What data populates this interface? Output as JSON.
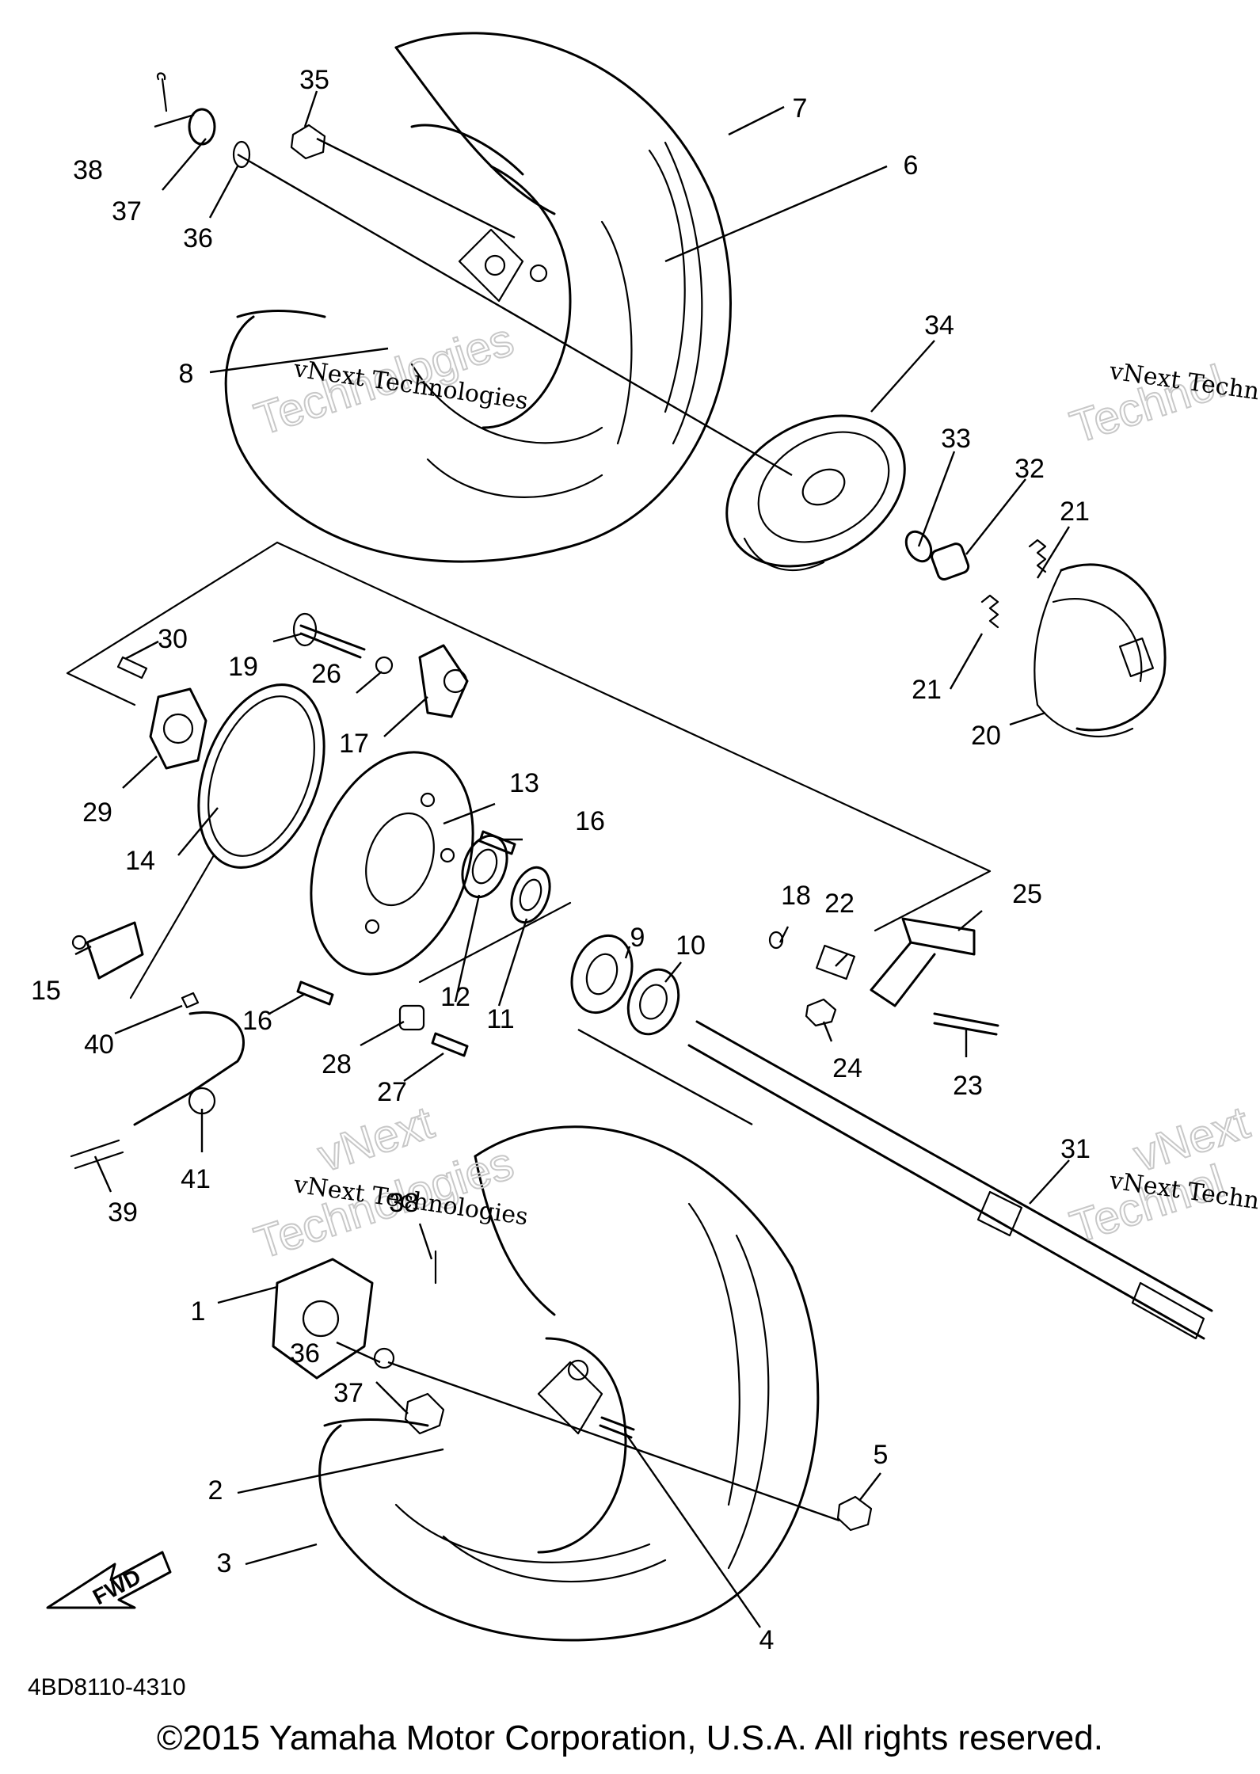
{
  "diagram_code": "4BD8110-4310",
  "copyright": "©2015 Yamaha Motor Corporation, U.S.A. All rights reserved.",
  "fwd_label": "FWD",
  "watermark": {
    "line1": "vNext",
    "line2": "Technologies",
    "inline_a": "vNext Technologies",
    "inline_b": "vNext Techn",
    "inline_c": "vNext Technologies",
    "inline_d": "vNext Techn",
    "big_a": "Technologies",
    "big_b": "Technol",
    "big_c": "Technologies",
    "big_d": "Technol",
    "big_e": "vNext",
    "big_f": "vNext"
  },
  "part_labels": {
    "p1": "1",
    "p2": "2",
    "p3": "3",
    "p4": "4",
    "p5": "5",
    "p6": "6",
    "p7": "7",
    "p8": "8",
    "p9": "9",
    "p10": "10",
    "p11a": "11",
    "p12": "12",
    "p13": "13",
    "p14": "14",
    "p15": "15",
    "p16a": "16",
    "p16b": "16",
    "p17": "17",
    "p18": "18",
    "p19": "19",
    "p20": "20",
    "p21a": "21",
    "p21b": "21",
    "p22": "22",
    "p23": "23",
    "p24": "24",
    "p25": "25",
    "p26": "26",
    "p27": "27",
    "p28": "28",
    "p29": "29",
    "p30": "30",
    "p31": "31",
    "p32": "32",
    "p33": "33",
    "p34": "34",
    "p35": "35",
    "p36a": "36",
    "p36b": "36",
    "p37a": "37",
    "p37b": "37",
    "p38a": "38",
    "p38b": "38",
    "p39": "39",
    "p40": "40",
    "p41": "41"
  }
}
